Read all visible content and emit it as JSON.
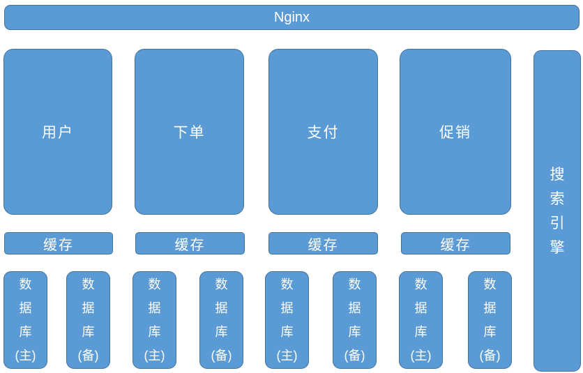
{
  "colors": {
    "shape_fill": "#5B9BD5",
    "shape_border": "#41719C",
    "text": "#FFFFFF",
    "background": "#FFFFFF"
  },
  "gateway": {
    "label": "Nginx"
  },
  "services": [
    {
      "label": "用户",
      "cache_label": "缓存",
      "databases": [
        {
          "label": "数\n据\n库\n(主)"
        },
        {
          "label": "数\n据\n库\n(备)"
        }
      ]
    },
    {
      "label": "下单",
      "cache_label": "缓存",
      "databases": [
        {
          "label": "数\n据\n库\n(主)"
        },
        {
          "label": "数\n据\n库\n(备)"
        }
      ]
    },
    {
      "label": "支付",
      "cache_label": "缓存",
      "databases": [
        {
          "label": "数\n据\n库\n(主)"
        },
        {
          "label": "数\n据\n库\n(备)"
        }
      ]
    },
    {
      "label": "促销",
      "cache_label": "缓存",
      "databases": [
        {
          "label": "数\n据\n库\n(主)"
        },
        {
          "label": "数\n据\n库\n(备)"
        }
      ]
    }
  ],
  "search_engine": {
    "label": "搜\n索\n引\n擎"
  }
}
